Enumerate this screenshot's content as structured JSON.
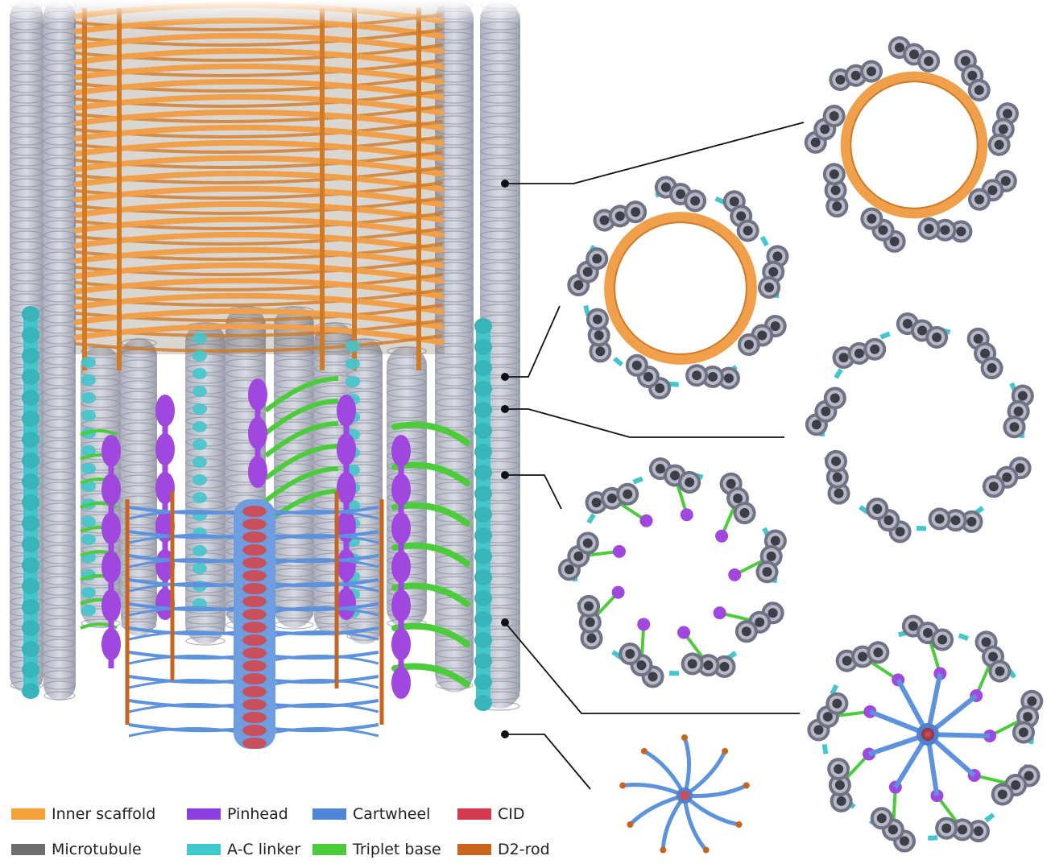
{
  "legend": [
    {
      "label": "Inner scaffold",
      "color": "#f5a23a"
    },
    {
      "label": "Pinhead",
      "color": "#8b3fe0"
    },
    {
      "label": "Cartwheel",
      "color": "#4f86d8"
    },
    {
      "label": "CID",
      "color": "#d43a4e"
    },
    {
      "label": "Microtubule",
      "color": "#6e6e6e"
    },
    {
      "label": "A-C linker",
      "color": "#3fc9cc"
    },
    {
      "label": "Triplet base",
      "color": "#4ccc3a"
    },
    {
      "label": "D2-rod",
      "color": "#c8641e"
    }
  ],
  "colors": {
    "microtubule_light": "#c9ccd6",
    "microtubule_dark": "#8e93a3",
    "inner_scaffold": "#f0a04b",
    "inner_scaffold_dark": "#d07a25",
    "a_c_linker": "#43c7cd",
    "pinhead": "#a047e0",
    "triplet_base": "#4ccc3a",
    "cartwheel": "#5d92dd",
    "cid": "#c9505a",
    "d2_rod": "#c8641e",
    "callout_line": "#111111"
  },
  "cross_sections": [
    {
      "id": "scaffold-ring",
      "contents": [
        "microtubule",
        "inner_scaffold"
      ]
    },
    {
      "id": "linker-scaffold-ring",
      "contents": [
        "microtubule",
        "a_c_linker",
        "inner_scaffold"
      ]
    },
    {
      "id": "linker-ring",
      "contents": [
        "microtubule",
        "a_c_linker"
      ]
    },
    {
      "id": "pinhead-ring",
      "contents": [
        "microtubule",
        "a_c_linker",
        "pinhead",
        "triplet_base"
      ]
    },
    {
      "id": "full-ring",
      "contents": [
        "microtubule",
        "a_c_linker",
        "pinhead",
        "triplet_base",
        "cartwheel",
        "cid"
      ]
    },
    {
      "id": "cartwheel-star",
      "contents": [
        "cartwheel",
        "cid",
        "d2_rod"
      ]
    }
  ]
}
